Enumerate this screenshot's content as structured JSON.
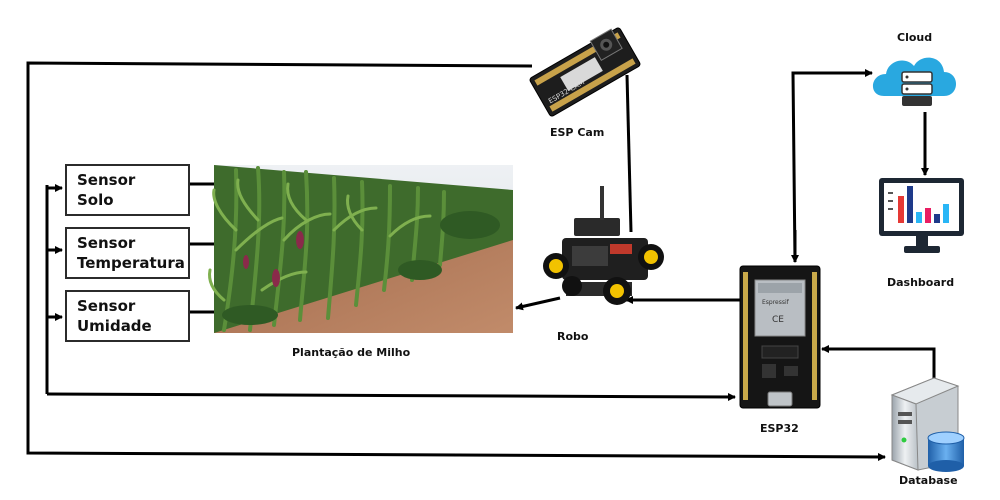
{
  "sensors": [
    {
      "line1": "Sensor",
      "line2": "Solo"
    },
    {
      "line1": "Sensor",
      "line2": "Temperatura"
    },
    {
      "line1": "Sensor",
      "line2": "Umidade"
    }
  ],
  "labels": {
    "field": "Plantação de Milho",
    "esp_cam": "ESP Cam",
    "robot": "Robo",
    "esp32": "ESP32",
    "cloud": "Cloud",
    "dashboard": "Dashboard",
    "database": "Database"
  },
  "chip_text": {
    "camera_board": "ESP32-CAM",
    "module_brand": "Espressif",
    "module_marks": "CE"
  },
  "icons": [
    "camera-board-icon",
    "robot-car-icon",
    "esp32-board-icon",
    "cloud-server-icon",
    "dashboard-monitor-icon",
    "database-server-icon",
    "cornfield-image"
  ],
  "colors": {
    "line": "#000000",
    "cloud": "#29a8e0",
    "board": "#1a1a1a",
    "robot_wheel": "#f2c200",
    "bar_red": "#e53935",
    "bar_blue": "#1e3a8a",
    "bar_cyan": "#29b6f6",
    "bar_pink": "#e91e63"
  }
}
